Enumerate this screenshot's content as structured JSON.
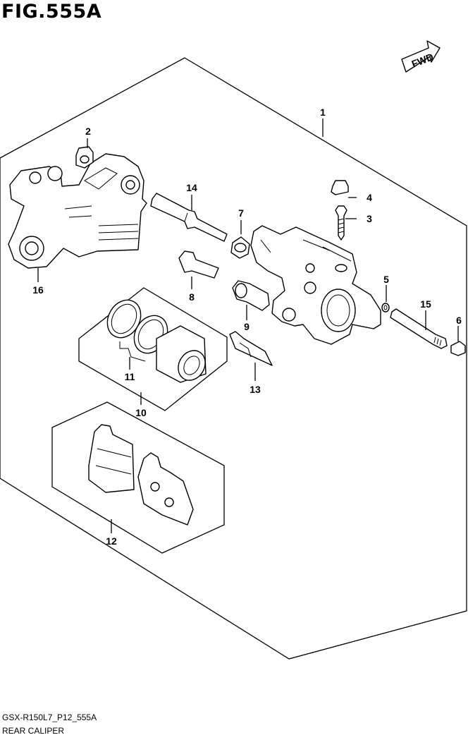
{
  "figure": {
    "title": "FIG.555A",
    "fwd_label": "FWD",
    "model_code": "GSX-R150L7_P12_555A",
    "assembly_name": "REAR CALIPER"
  },
  "callouts": [
    {
      "id": "1",
      "label": "1"
    },
    {
      "id": "2",
      "label": "2"
    },
    {
      "id": "3",
      "label": "3"
    },
    {
      "id": "4",
      "label": "4"
    },
    {
      "id": "5",
      "label": "5"
    },
    {
      "id": "6",
      "label": "6"
    },
    {
      "id": "7",
      "label": "7"
    },
    {
      "id": "8",
      "label": "8"
    },
    {
      "id": "9",
      "label": "9"
    },
    {
      "id": "10",
      "label": "10"
    },
    {
      "id": "11",
      "label": "11"
    },
    {
      "id": "12",
      "label": "12"
    },
    {
      "id": "13",
      "label": "13"
    },
    {
      "id": "14",
      "label": "14"
    },
    {
      "id": "15",
      "label": "15"
    },
    {
      "id": "16",
      "label": "16"
    }
  ]
}
